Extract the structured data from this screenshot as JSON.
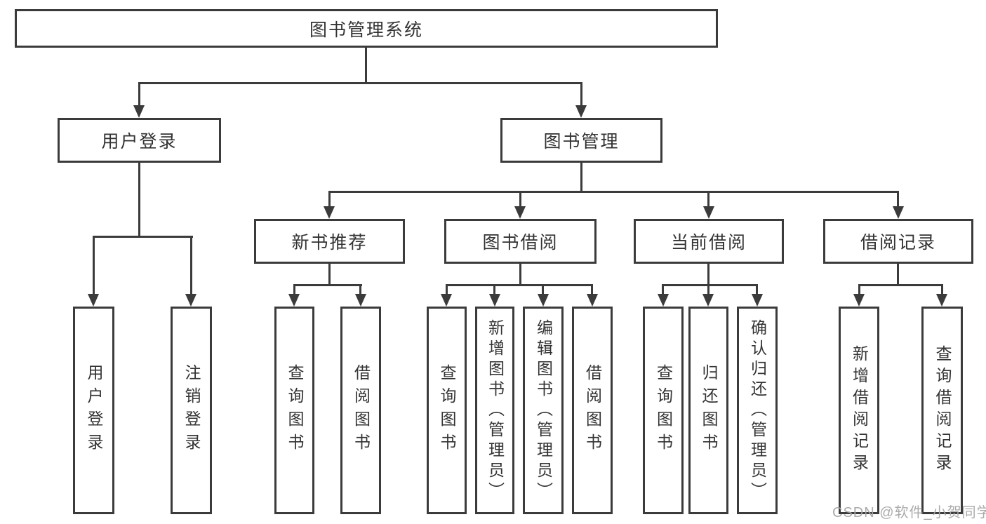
{
  "diagram": {
    "root": "图书管理系统",
    "branches": {
      "user_login": "用户登录",
      "book_mgmt": "图书管理"
    },
    "modules": {
      "new_rec": "新书推荐",
      "book_borrow": "图书借阅",
      "current_borrow": "当前借阅",
      "borrow_record": "借阅记录"
    },
    "leaves": {
      "user_login_leaf": "用户登录",
      "logout": "注销登录",
      "rec_query": "查询图书",
      "rec_borrow": "借阅图书",
      "bb_query": "查询图书",
      "bb_add": "新增图书（管理员）",
      "bb_edit": "编辑图书（管理员）",
      "bb_borrow": "借阅图书",
      "cb_query": "查询图书",
      "cb_return": "归还图书",
      "cb_confirm": "确认归还（管理员）",
      "br_add": "新增借阅记录",
      "br_query": "查询借阅记录"
    }
  },
  "watermark": "CSDN @软件_小贺同学",
  "colors": {
    "line": "#3b3b3b",
    "text": "#333333",
    "watermark": "#a6a6a6",
    "background": "#ffffff"
  }
}
